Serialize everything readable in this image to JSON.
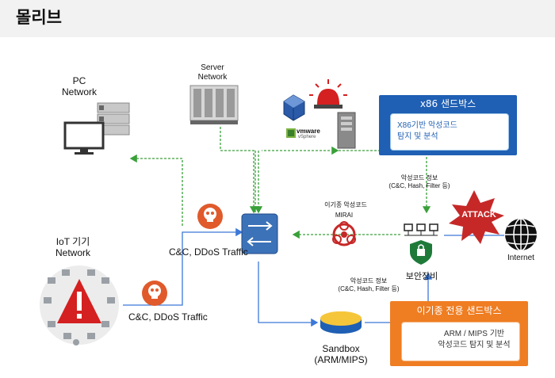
{
  "header": {
    "title": "몰리브"
  },
  "nodes": {
    "pc_network": "PC\nNetwork",
    "server_network": "Server\nNetwork",
    "iot_network": "IoT 기기\nNetwork",
    "internet": "Internet",
    "security_device": "보안장비",
    "sandbox": "Sandbox\n(ARM/MIPS)",
    "vmware": "vmware",
    "vsphere": "vSphere"
  },
  "x86_box": {
    "title": "x86 샌드박스",
    "body": "X86기반 악성코드\n탐지 및 분석"
  },
  "dedicated_box": {
    "title": "이기종 전용 샌드박스",
    "body": "ARM / MIPS 기반\n악성코드 탐지 및 분석"
  },
  "labels": {
    "cnc_traffic_top": "C&C, DDoS Traffic",
    "cnc_traffic_bottom": "C&C, DDoS Traffic",
    "malware_info_top": "악성코드 정보\n(C&C, Hash, Filter 등)",
    "malware_info_bottom": "악성코드 정보\n(C&C, Hash, Filter 등)",
    "hetero_malware": "이기종 악성코드",
    "mirai": "MIRAI",
    "attack": "ATTACK"
  },
  "colors": {
    "x86_blue": "#1f5fb4",
    "dedicated_orange": "#ef7d22",
    "green_line": "#3aa03a",
    "blue_line": "#3c78d8",
    "attack_red": "#c62828"
  }
}
